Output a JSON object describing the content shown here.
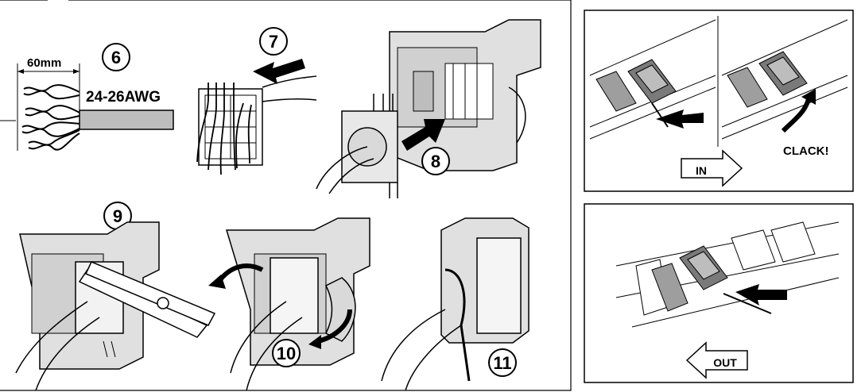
{
  "steps": {
    "s6": "6",
    "s7": "7",
    "s8": "8",
    "s9": "9",
    "s10": "10",
    "s11": "11"
  },
  "labels": {
    "strip_length": "60mm",
    "wire_gauge": "24-26AWG",
    "clack": "CLACK!",
    "in": "IN",
    "out": "OUT"
  }
}
